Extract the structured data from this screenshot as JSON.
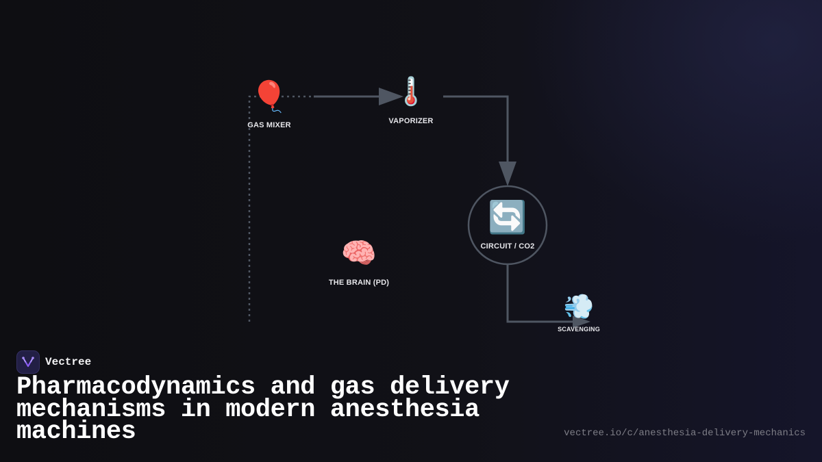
{
  "diagram": {
    "nodes": [
      {
        "id": "gas-mixer",
        "label": "GAS MIXER",
        "icon": "🎈",
        "icon_name": "balloon-icon"
      },
      {
        "id": "vaporizer",
        "label": "VAPORIZER",
        "icon": "🌡️",
        "icon_name": "thermometer-icon"
      },
      {
        "id": "circuit",
        "label": "CIRCUIT / CO2",
        "icon": "🔄",
        "icon_name": "cycle-arrows-icon"
      },
      {
        "id": "brain",
        "label": "THE BRAIN (PD)",
        "icon": "🧠",
        "icon_name": "brain-icon"
      },
      {
        "id": "scavenging",
        "label": "SCAVENGING",
        "icon": "💨",
        "icon_name": "wind-puff-icon"
      }
    ],
    "edges": [
      {
        "from": "gas-mixer",
        "to": "vaporizer",
        "style": "dotted-then-solid",
        "arrow": true
      },
      {
        "from": "vaporizer",
        "to": "circuit",
        "style": "solid",
        "arrow": true
      },
      {
        "from": "circuit",
        "to": "scavenging",
        "style": "solid",
        "arrow": true
      },
      {
        "from": "gas-mixer",
        "to": "down",
        "style": "dotted",
        "arrow": false
      }
    ],
    "colors": {
      "line": "#4f5662",
      "circle_stroke": "#4f5662",
      "label": "#e6e6ea"
    }
  },
  "brand": {
    "name": "Vectree",
    "logo_icon": "vectree-logo-icon",
    "logo_color": "#8b5cf6"
  },
  "title": "Pharmacodynamics and gas delivery mechanisms in modern anesthesia machines",
  "url": "vectree.io/c/anesthesia-delivery-mechanics",
  "colors": {
    "background": "#0f0f13",
    "title": "#ffffff",
    "url": "#7d7d86"
  }
}
